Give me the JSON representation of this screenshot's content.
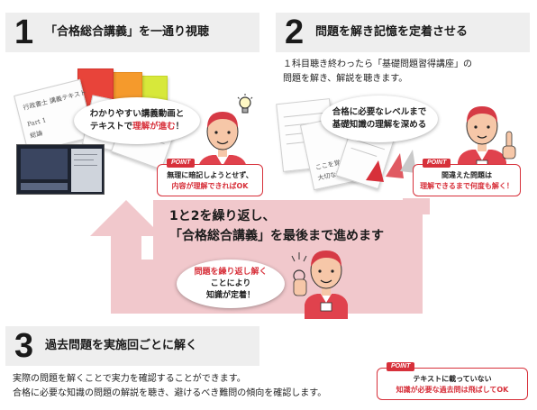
{
  "step1": {
    "number": "1",
    "title": "「合格総合講義」を一通り視聴",
    "bubble_line1": "わかりやすい講義動画と",
    "bubble_line2_prefix": "テキストで",
    "bubble_line2_highlight": "理解が進む",
    "bubble_line2_suffix": "！",
    "point_line1": "無理に暗記しようとせず、",
    "point_line2": "内容が理解できればOK",
    "paper_heading": "行政書士 講義テキスト",
    "paper_part": "Part 1",
    "paper_sub": "総論"
  },
  "step2": {
    "number": "2",
    "title": "問題を解き記憶を定着させる",
    "desc_line1": "１科目聴き終わったら「基礎問題習得講座」の",
    "desc_line2": "問題を解き、解説を聴きます。",
    "bubble_line1": "合格に必要なレベルまで",
    "bubble_line2": "基礎知識の理解を深める",
    "point_line1": "間違えた問題は",
    "point_line2": "理解できるまで何度も解く！",
    "paper_note": "ここを覚える！",
    "paper_note2": "大切な部分"
  },
  "loop": {
    "line1": "1と2を繰り返し、",
    "line2": "「合格総合講義」を最後まで進めます",
    "bubble_highlight": "問題を繰り返し解く",
    "bubble_line2": "ことにより",
    "bubble_line3": "知識が定着！"
  },
  "step3": {
    "number": "3",
    "title": "過去問題を実施回ごとに解く",
    "desc_line1": "実際の問題を解くことで実力を確認することができます。",
    "desc_line2": "合格に必要な知識の問題の解説を聴き、避けるべき難問の傾向を確認します。",
    "point_line1": "テキストに載っていない",
    "point_line2_highlight": "知識が必要な過去問は飛ばしてOK"
  },
  "point_label": "POINT",
  "colors": {
    "accent_red": "#d7303a",
    "loop_pink": "#f1c8cc",
    "header_gray": "#eeeeee"
  }
}
